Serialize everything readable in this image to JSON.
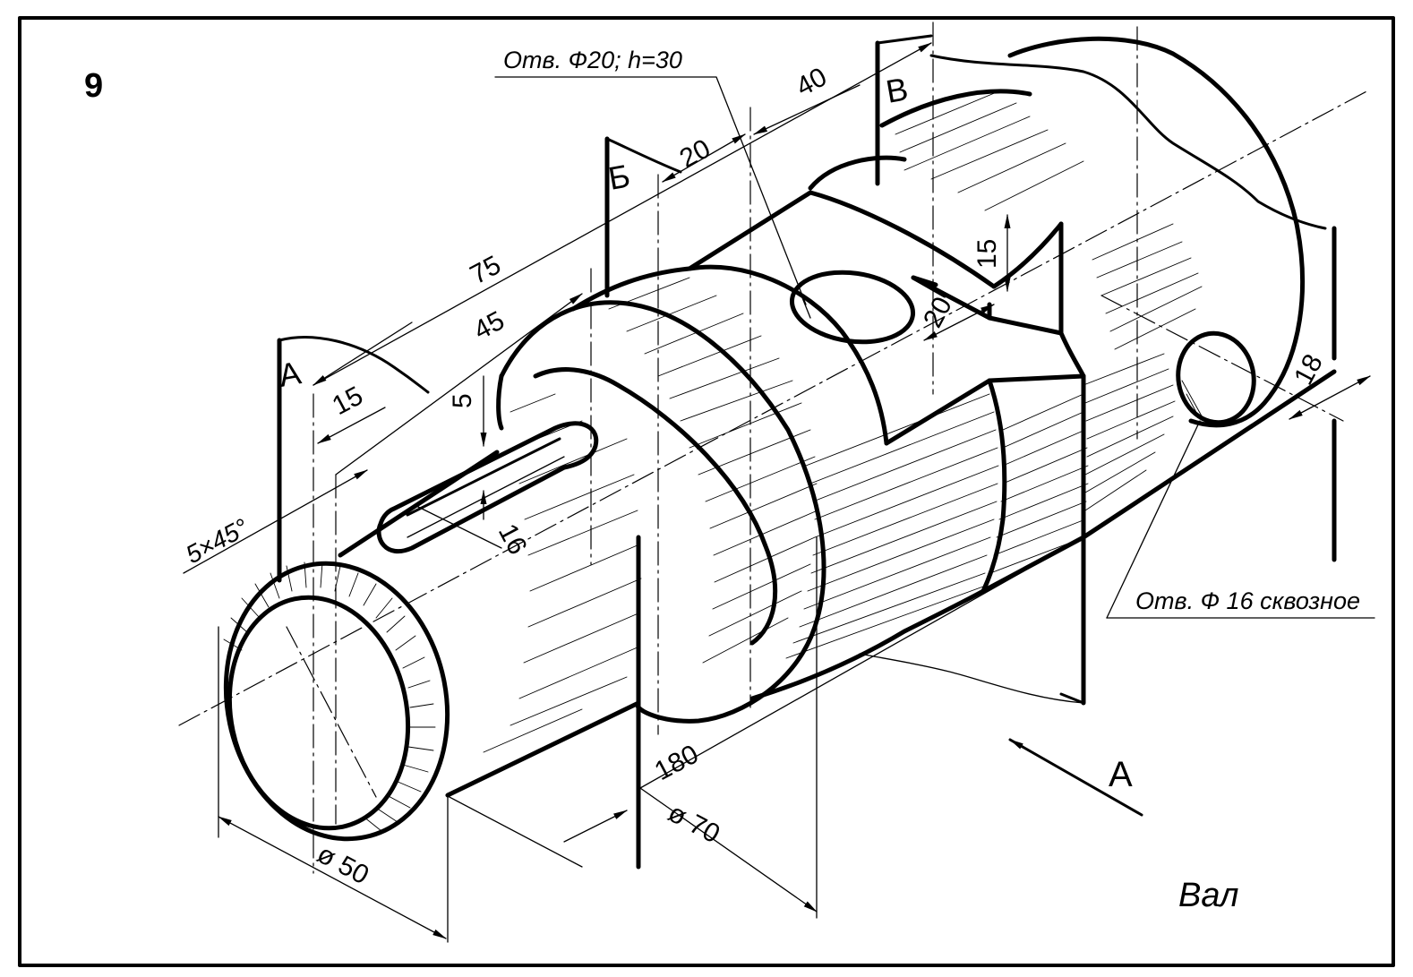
{
  "sheet": {
    "number": "9",
    "title": "Вал"
  },
  "section_labels": {
    "a": "А",
    "b": "Б",
    "v": "В",
    "view_arrow": "А"
  },
  "notes": {
    "blind_hole": "Отв. Ф20; h=30",
    "through_hole": "Отв. Ф 16 сквозное"
  },
  "dimensions": {
    "d_180": "180",
    "d_75": "75",
    "d_45": "45",
    "d_40": "40",
    "d_20_top": "20",
    "d_20_slot": "20",
    "d_15_left": "15",
    "d_15_right": "15",
    "d_5": "5",
    "d_16": "16",
    "d_18": "18",
    "chamfer": "5×45°",
    "dia_50": "ø 50",
    "dia_70": "ø 70"
  }
}
